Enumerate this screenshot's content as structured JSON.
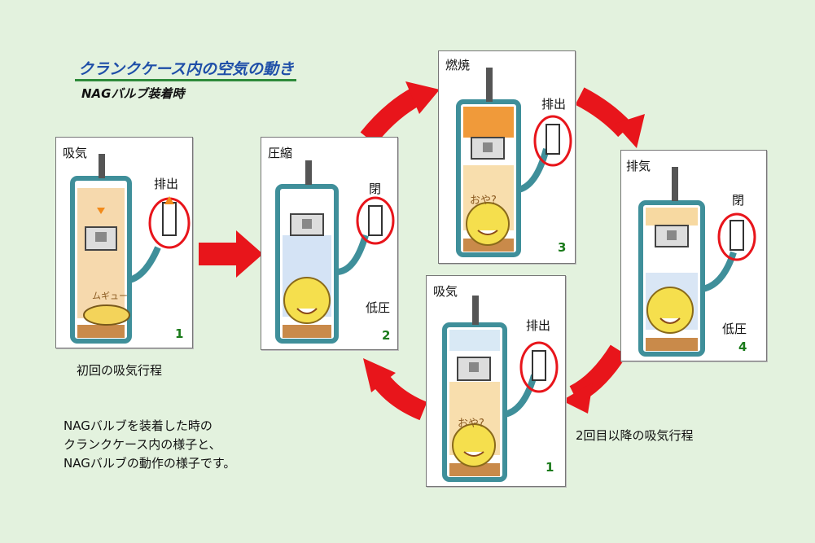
{
  "title": "クランクケース内の空気の動き",
  "subtitle": "NAGバルブ装着時",
  "panels": [
    {
      "stroke": "吸気",
      "valve": "排出",
      "low": "",
      "face": "",
      "number": "1"
    },
    {
      "stroke": "圧縮",
      "valve": "閉",
      "low": "低圧",
      "face": "",
      "number": "2"
    },
    {
      "stroke": "燃焼",
      "valve": "排出",
      "low": "",
      "face": "おや?",
      "number": "3"
    },
    {
      "stroke": "排気",
      "valve": "閉",
      "low": "低圧",
      "face": "",
      "number": "4"
    },
    {
      "stroke": "吸気",
      "valve": "排出",
      "low": "",
      "face": "おや?",
      "number": "1"
    }
  ],
  "squeeze_text": "ムギュー",
  "caption_first": "初回の吸気行程",
  "caption_second": "2回目以降の吸気行程",
  "description": [
    "NAGバルブを装着した時の",
    "クランクケース内の様子と、",
    "NAGバルブの動作の様子です。"
  ],
  "colors": {
    "background": "#e3f2de",
    "title": "#1f4fa8",
    "arrow": "#e8151b",
    "engine_wall": "#3f8f9a",
    "number": "#1a7a1a"
  }
}
